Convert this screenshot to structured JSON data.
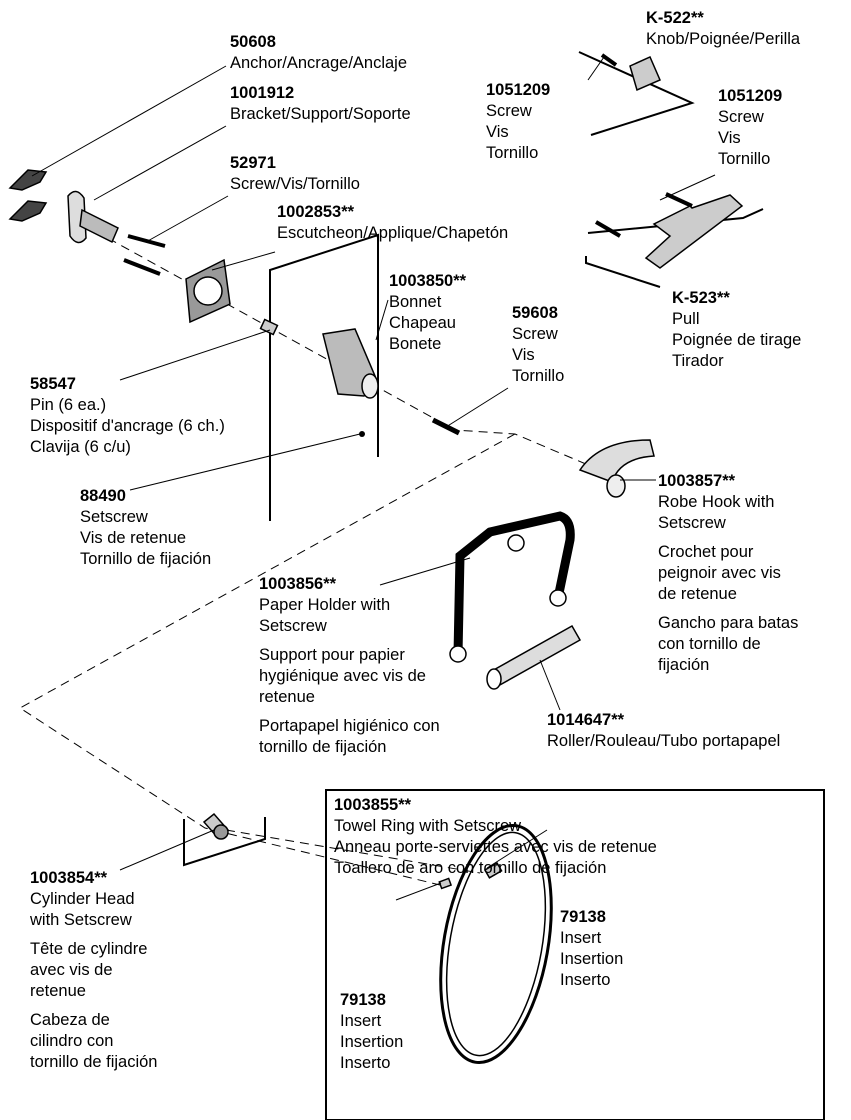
{
  "parts": {
    "anchor": {
      "number": "50608",
      "lines": [
        "Anchor/Ancrage/Anclaje"
      ]
    },
    "bracket": {
      "number": "1001912",
      "lines": [
        "Bracket/Support/Soporte"
      ]
    },
    "screw_52971": {
      "number": "52971",
      "lines": [
        "Screw/Vis/Tornillo"
      ]
    },
    "escutcheon": {
      "number": "1002853**",
      "lines": [
        "Escutcheon/Applique/Chapetón"
      ]
    },
    "knob": {
      "number": "K-522**",
      "lines": [
        "Knob/Poignée/Perilla"
      ]
    },
    "screw_knob": {
      "number": "1051209",
      "lines": [
        "Screw",
        "Vis",
        "Tornillo"
      ]
    },
    "screw_pull": {
      "number": "1051209",
      "lines": [
        "Screw",
        "Vis",
        "Tornillo"
      ]
    },
    "pull": {
      "number": "K-523**",
      "lines": [
        "Pull",
        "Poignée de tirage",
        "Tirador"
      ]
    },
    "bonnet": {
      "number": "1003850**",
      "lines": [
        "Bonnet",
        "Chapeau",
        "Bonete"
      ]
    },
    "screw_59608": {
      "number": "59608",
      "lines": [
        "Screw",
        "Vis",
        "Tornillo"
      ]
    },
    "pin": {
      "number": "58547",
      "lines": [
        "Pin (6 ea.)",
        "Dispositif d'ancrage (6 ch.)",
        "Clavija (6 c/u)"
      ]
    },
    "setscrew": {
      "number": "88490",
      "lines": [
        "Setscrew",
        "Vis de retenue",
        "Tornillo de fijación"
      ]
    },
    "robe_hook": {
      "number": "1003857**",
      "en": [
        "Robe Hook with",
        "Setscrew"
      ],
      "fr": [
        "Crochet pour",
        "peignoir avec vis",
        "de retenue"
      ],
      "es": [
        "Gancho para batas",
        "con tornillo de",
        "fijación"
      ]
    },
    "paper_holder": {
      "number": "1003856**",
      "en": [
        "Paper Holder with",
        "Setscrew"
      ],
      "fr": [
        "Support pour papier",
        "hygiénique avec vis de",
        "retenue"
      ],
      "es": [
        "Portapapel higiénico con",
        "tornillo de fijación"
      ]
    },
    "roller": {
      "number": "1014647**",
      "lines": [
        "Roller/Rouleau/Tubo portapapel"
      ]
    },
    "towel_ring": {
      "number": "1003855**",
      "lines": [
        "Towel Ring with Setscrew",
        "Anneau porte-serviettes avec vis de retenue",
        "Toallero de aro con tornillo de fijación"
      ]
    },
    "insert_a": {
      "number": "79138",
      "lines": [
        "Insert",
        "Insertion",
        "Inserto"
      ]
    },
    "insert_b": {
      "number": "79138",
      "lines": [
        "Insert",
        "Insertion",
        "Inserto"
      ]
    },
    "cylinder_head": {
      "number": "1003854**",
      "en": [
        "Cylinder Head",
        "with Setscrew"
      ],
      "fr": [
        "Tête de cylindre",
        "avec vis de",
        "retenue"
      ],
      "es": [
        "Cabeza de",
        "cilindro con",
        "tornillo de fijación"
      ]
    }
  }
}
